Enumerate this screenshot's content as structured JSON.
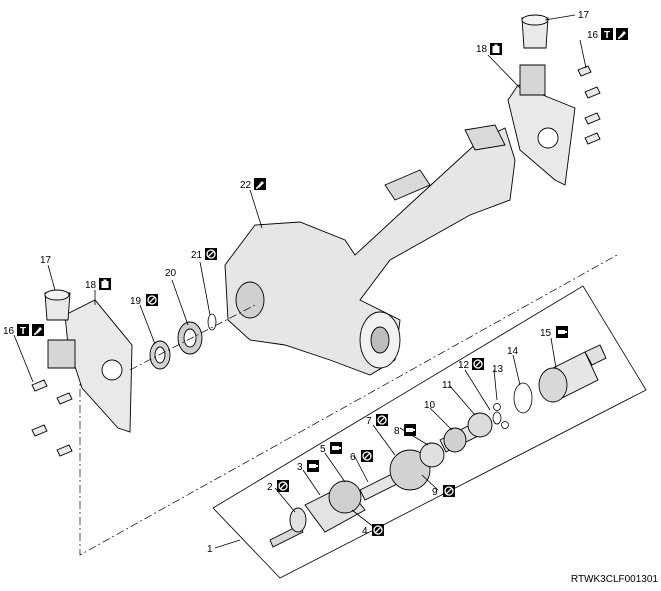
{
  "diagram": {
    "code": "RTWK3CLF001301",
    "callouts": [
      "1",
      "2",
      "3",
      "4",
      "5",
      "6",
      "7",
      "8",
      "9",
      "10",
      "11",
      "12",
      "13",
      "14",
      "15",
      "16",
      "16",
      "17",
      "17",
      "18",
      "18",
      "19",
      "20",
      "21",
      "22"
    ],
    "icons": {
      "no_reuse": "prohibition-circle-icon",
      "torque": "torque-T-icon",
      "grease": "grease-tube-icon",
      "lubricant": "lubricant-can-icon",
      "sealant": "sealant-icon"
    },
    "colors": {
      "line": "#000000",
      "part_fill": "#e9e9e9",
      "part_shade": "#c8c8c8",
      "icon_bg": "#000000"
    }
  }
}
